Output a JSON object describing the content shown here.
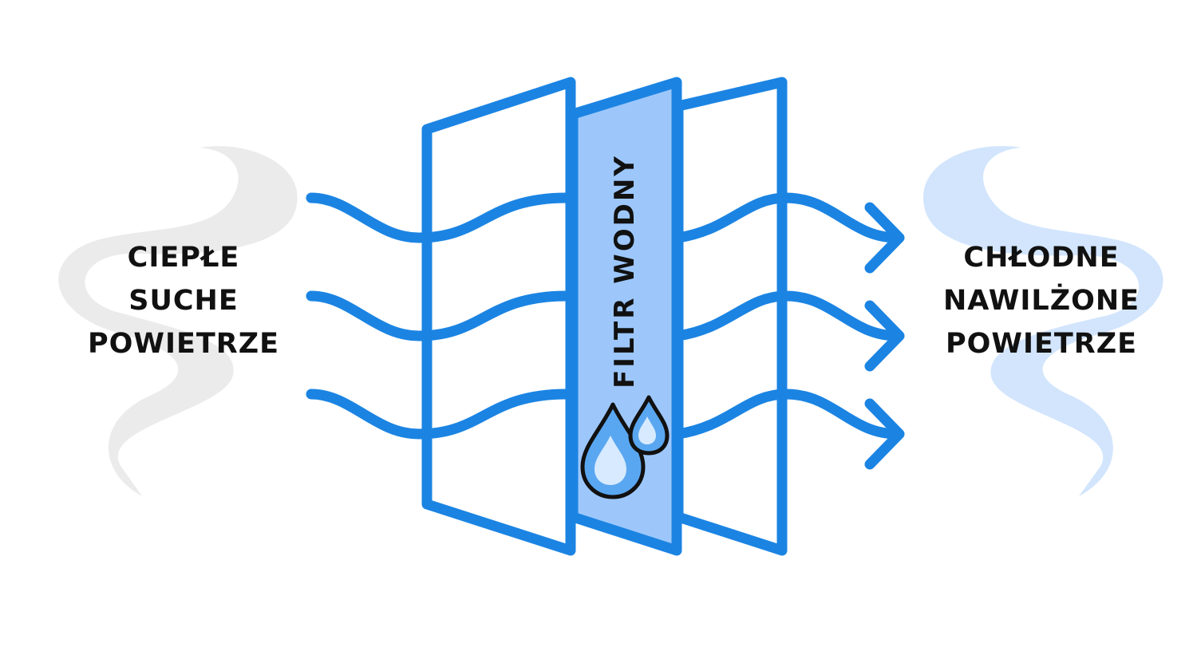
{
  "diagram": {
    "input_label": [
      "CIEPŁE",
      "SUCHE",
      "POWIETRZE"
    ],
    "output_label": [
      "CHŁODNE",
      "NAWILŻONE",
      "POWIETRZE"
    ],
    "filter_label": "FILTR WODNY",
    "airflow_streams": 3,
    "colors": {
      "frame_blue": "#1b84e3",
      "filter_fill": "#9dc7fb",
      "warm_smoke": "#ebebeb",
      "cool_smoke": "#d2e5fd",
      "drop_fill": "#5aa7f1",
      "drop_highlight": "#d7eaff",
      "text": "#111111"
    }
  }
}
